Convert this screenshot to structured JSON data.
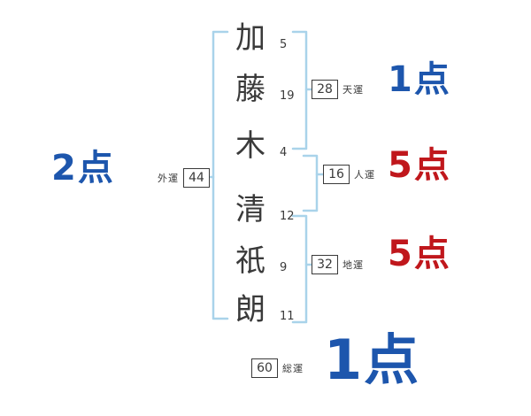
{
  "name": {
    "characters": [
      {
        "char": "加",
        "strokes": "5"
      },
      {
        "char": "藤",
        "strokes": "19"
      },
      {
        "char": "木",
        "strokes": "4"
      },
      {
        "char": "清",
        "strokes": "12"
      },
      {
        "char": "祇",
        "strokes": "9"
      },
      {
        "char": "朗",
        "strokes": "11"
      }
    ]
  },
  "fortunes": {
    "tenun": {
      "label": "天運",
      "value": "28",
      "score": "1点"
    },
    "jinun": {
      "label": "人運",
      "value": "16",
      "score": "5点"
    },
    "chiun": {
      "label": "地運",
      "value": "32",
      "score": "5点"
    },
    "gaiun": {
      "label": "外運",
      "value": "44",
      "score": "2点"
    },
    "soun": {
      "label": "総運",
      "value": "60",
      "score": "1点"
    }
  },
  "colors": {
    "score_blue": "#1d56ad",
    "score_red": "#c0171c",
    "bracket_blue": "#a9d3ea",
    "ink": "#3a3a3a"
  }
}
